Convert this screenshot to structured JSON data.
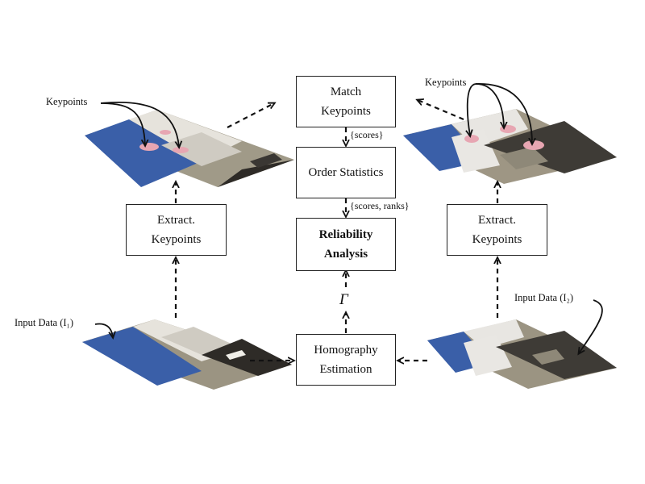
{
  "boxes": {
    "match": "Match\nKeypoints",
    "order": "Order Statistics",
    "reliability": "Reliability\nAnalysis",
    "homography": "Homography\nEstimation",
    "extract_left": "Extract.\nKeypoints",
    "extract_right": "Extract.\nKeypoints"
  },
  "labels": {
    "keypoints_left": "Keypoints",
    "keypoints_right": "Keypoints",
    "input_left": "Input Data (I₁)",
    "input_right": "Input Data (I₂)",
    "scores": "{scores}",
    "scores_ranks": "{scores, ranks}",
    "gamma": "Γ"
  },
  "images": {
    "description_colors": {
      "sky": "#3a5fa8",
      "facade": "#a09a88",
      "wall_light": "#e8e6e2",
      "shadow": "#3e3b36",
      "highlight": "#e7a6b2"
    }
  }
}
